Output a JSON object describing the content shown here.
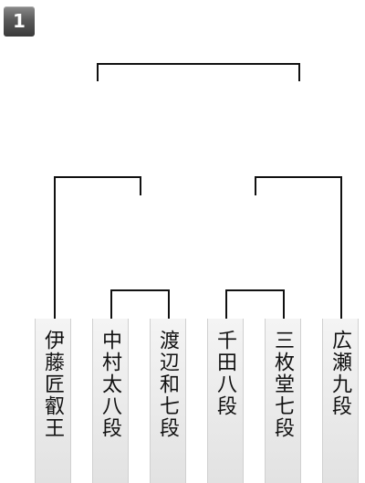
{
  "block": {
    "number": "1"
  },
  "players": [
    {
      "name": "伊藤匠叡王"
    },
    {
      "name": "中村太八段"
    },
    {
      "name": "渡辺和七段"
    },
    {
      "name": "千田八段"
    },
    {
      "name": "三枚堂七段"
    },
    {
      "name": "広瀬九段"
    }
  ]
}
